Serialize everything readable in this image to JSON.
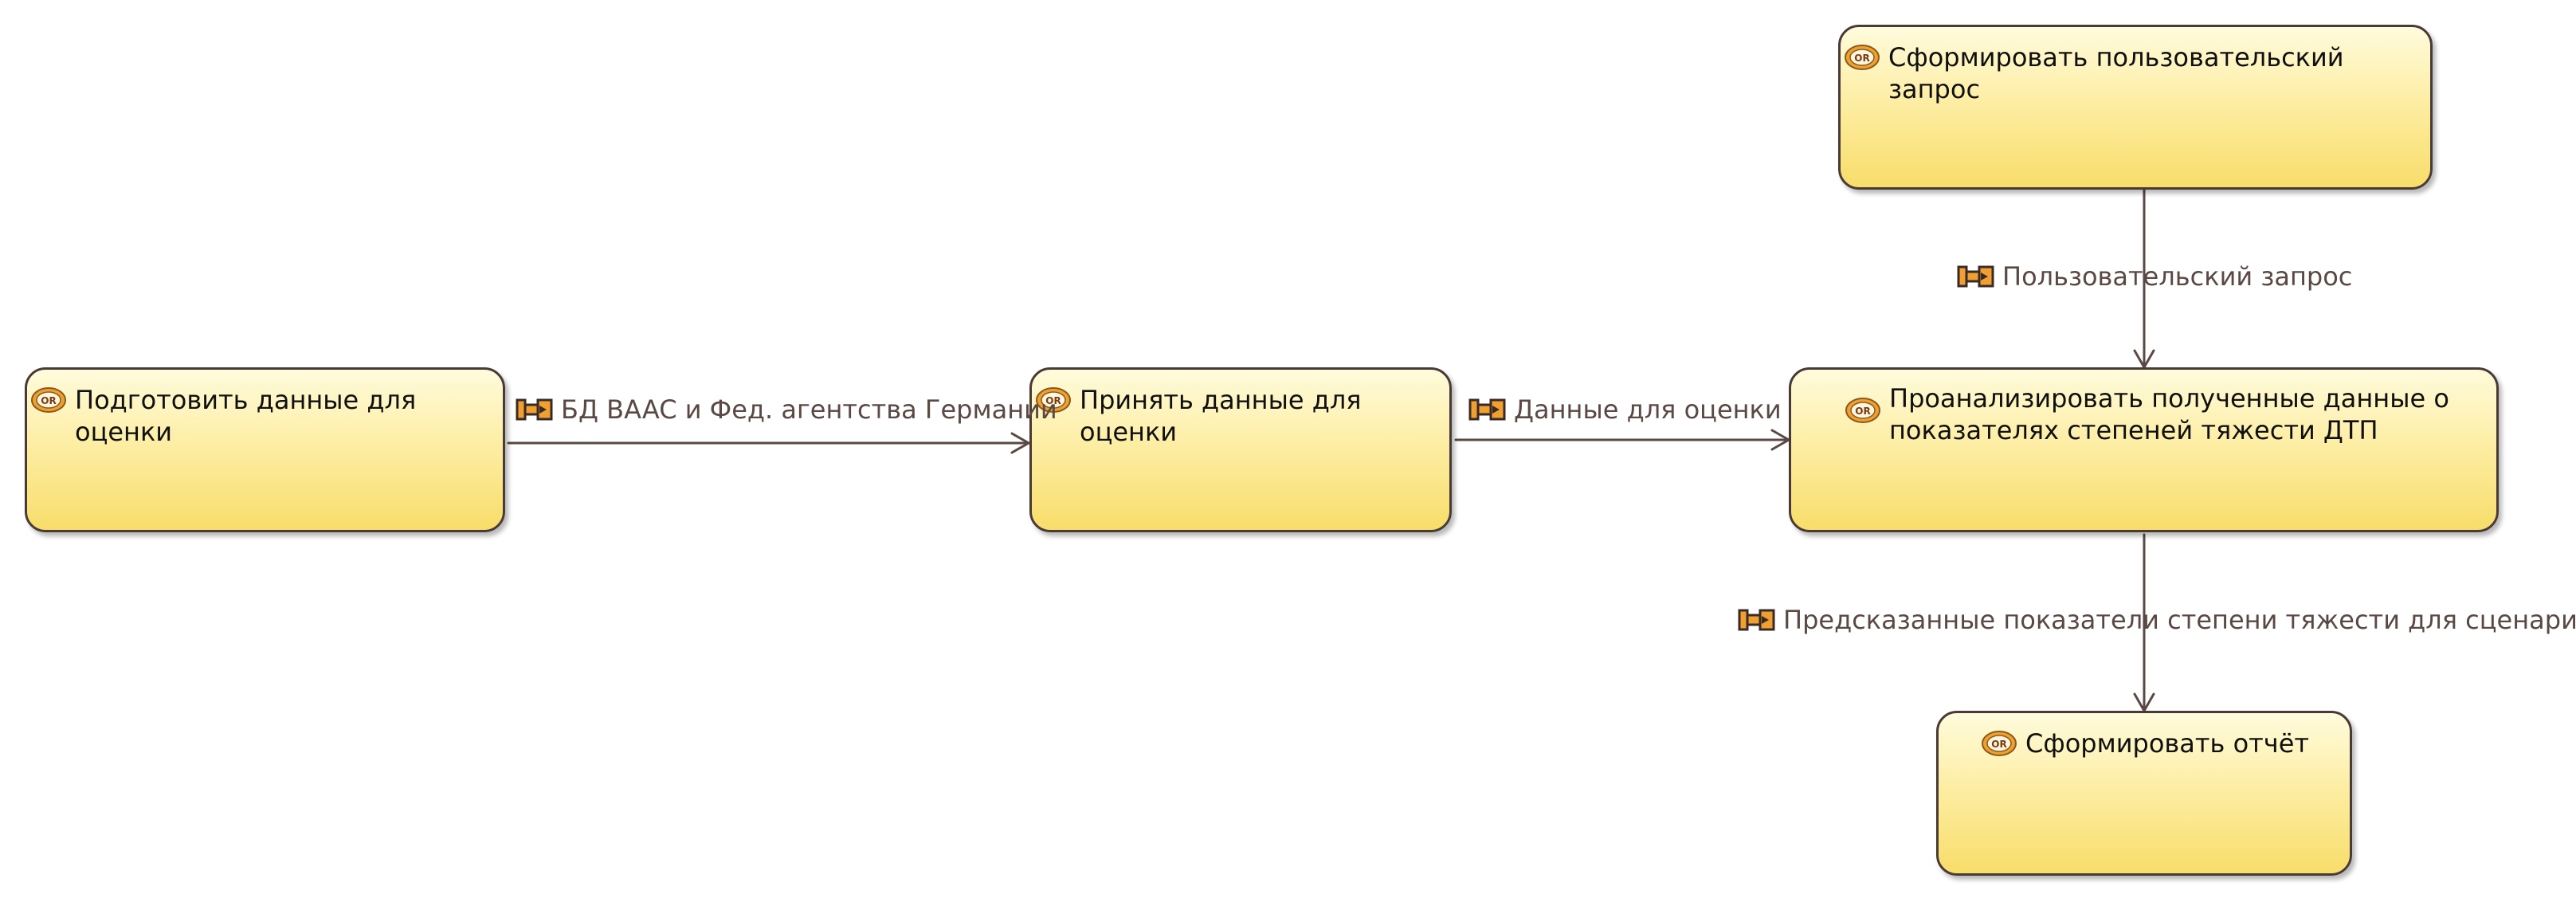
{
  "nodes": {
    "prepare": {
      "label": "Подготовить данные для оценки",
      "icon": "operation-icon"
    },
    "receive": {
      "label": "Принять данные для оценки",
      "icon": "operation-icon"
    },
    "user_query": {
      "label": "Сформировать пользовательский запрос",
      "icon": "operation-icon"
    },
    "analyze": {
      "label": "Проанализировать полученные данные о показателях степеней тяжести ДТП",
      "icon": "operation-icon"
    },
    "report": {
      "label": "Сформировать отчёт",
      "icon": "operation-icon"
    }
  },
  "flows": {
    "bd": {
      "label": "БД BAAC и Фед. агентства Германии",
      "icon": "flow-icon"
    },
    "data": {
      "label": "Данные для оценки",
      "icon": "flow-icon"
    },
    "query": {
      "label": "Пользовательский запрос",
      "icon": "flow-icon"
    },
    "predicted": {
      "label": "Предсказанные показатели степени тяжести для сценария",
      "icon": "flow-icon"
    }
  },
  "colors": {
    "node_fill_top": "#fffbdc",
    "node_fill_bottom": "#f8dd6a",
    "border": "#4a3a36",
    "connector": "#5a4844",
    "icon_orange": "#f0a030"
  }
}
